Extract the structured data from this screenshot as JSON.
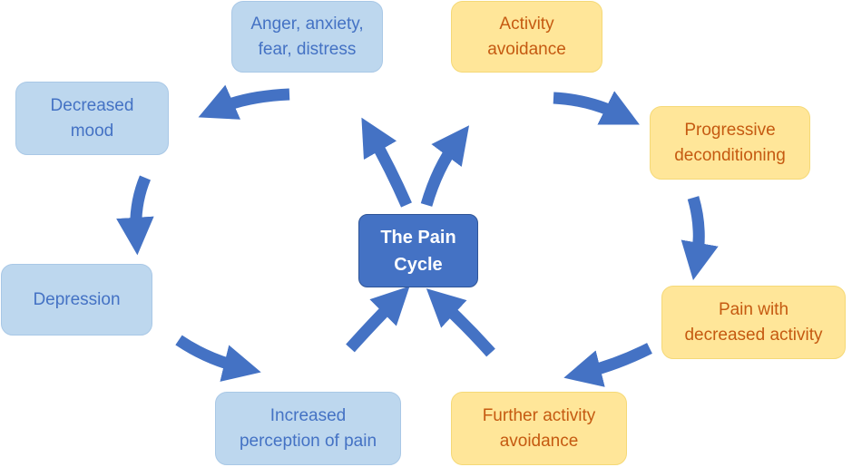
{
  "title": "The Pain Cycle",
  "colors": {
    "arrow": "#4472c4",
    "emotional_fill": "#bdd7ee",
    "emotional_text": "#4472c4",
    "physical_fill": "#ffe699",
    "physical_text": "#c55a11",
    "center_fill": "#4472c4",
    "center_text": "#ffffff"
  },
  "center": {
    "line1": "The Pain",
    "line2": "Cycle"
  },
  "emotional_branch": [
    {
      "line1": "Anger, anxiety,",
      "line2": "fear, distress"
    },
    {
      "line1": "Decreased",
      "line2": "mood"
    },
    {
      "line1": "Depression",
      "line2": ""
    },
    {
      "line1": "Increased",
      "line2": "perception of pain"
    }
  ],
  "physical_branch": [
    {
      "line1": "Activity",
      "line2": "avoidance"
    },
    {
      "line1": "Progressive",
      "line2": "deconditioning"
    },
    {
      "line1": "Pain with",
      "line2": "decreased activity"
    },
    {
      "line1": "Further activity",
      "line2": "avoidance"
    }
  ],
  "flow": [
    "The Pain Cycle → Anger, anxiety, fear, distress",
    "Anger, anxiety, fear, distress → Decreased mood",
    "Decreased mood → Depression",
    "Depression → Increased perception of pain",
    "Increased perception of pain → The Pain Cycle",
    "The Pain Cycle → Activity avoidance",
    "Activity avoidance → Progressive deconditioning",
    "Progressive deconditioning → Pain with decreased activity",
    "Pain with decreased activity → Further activity avoidance",
    "Further activity avoidance → The Pain Cycle"
  ]
}
